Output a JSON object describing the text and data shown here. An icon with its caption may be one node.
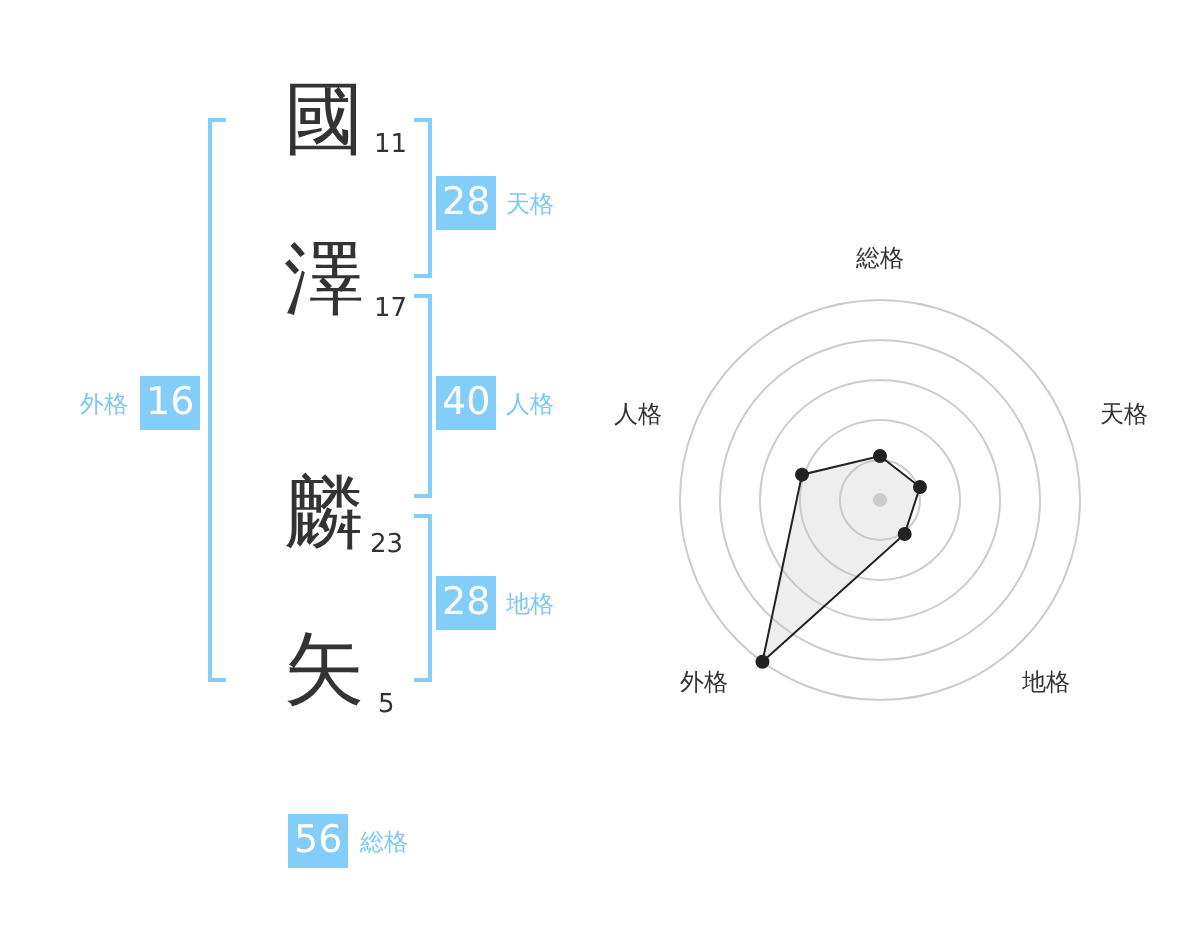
{
  "diagram": {
    "labels": [
      "國",
      "11",
      "28",
      "天格",
      "澤",
      "17",
      "外格",
      "16",
      "40",
      "人格",
      "総格",
      "人格",
      "天格",
      "麟",
      "23",
      "28",
      "地格",
      "矢",
      "5",
      "外格",
      "地格",
      "56",
      "総格"
    ]
  }
}
